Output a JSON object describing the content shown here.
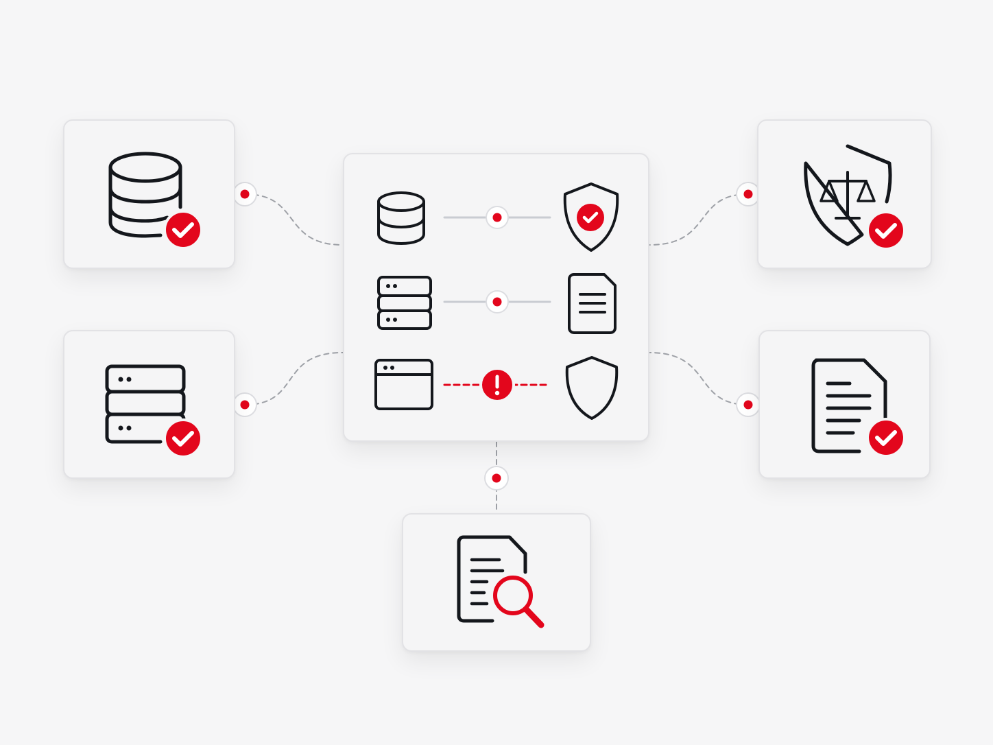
{
  "palette": {
    "background": "#f6f6f7",
    "card": "#f5f5f6",
    "card_border": "#e2e2e5",
    "ink": "#14171c",
    "accent": "#e3061c",
    "connector_solid": "#c9ccd2",
    "connector_dashed": "#9ea1a7",
    "white": "#ffffff"
  },
  "nodes": [
    {
      "id": "database",
      "icon": "database-icon",
      "status": "verified"
    },
    {
      "id": "server",
      "icon": "server-icon",
      "status": "verified"
    },
    {
      "id": "compliance",
      "icon": "shield-scale-icon",
      "status": "verified"
    },
    {
      "id": "document",
      "icon": "document-icon",
      "status": "verified"
    },
    {
      "id": "audit",
      "icon": "document-search-icon",
      "status": "none"
    },
    {
      "id": "hub",
      "icon": "hub-panel",
      "status": "mixed"
    }
  ],
  "hub_rows": [
    {
      "left_icon": "database-icon",
      "right_icon": "shield-check-icon",
      "link": "ok"
    },
    {
      "left_icon": "server-icon",
      "right_icon": "document-icon",
      "link": "ok"
    },
    {
      "left_icon": "browser-window-icon",
      "right_icon": "shield-icon",
      "link": "alert"
    }
  ]
}
